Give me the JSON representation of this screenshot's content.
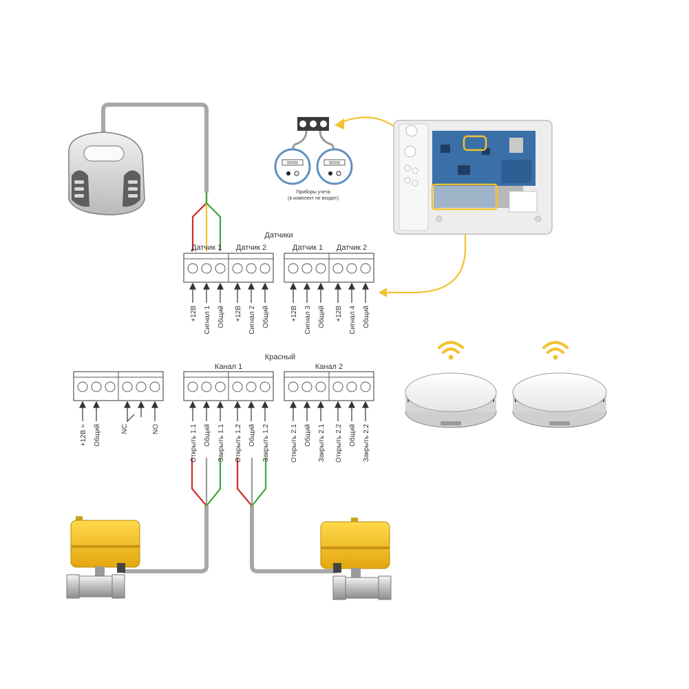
{
  "sensors_header": "Датчики",
  "red_header": "Красный",
  "meters_caption_line1": "Приборы учета",
  "meters_caption_line2": "(в комплект не входят)",
  "meter_display_1": "00000",
  "meter_display_2": "00000",
  "sensor_block_left": {
    "group1": "Датчик 1",
    "group2": "Датчик 2",
    "pins": [
      "+12В",
      "Сигнал 1",
      "Общий",
      "+12В",
      "Сигнал 2",
      "Общий"
    ]
  },
  "sensor_block_right": {
    "group1": "Датчик 1",
    "group2": "Датчик 2",
    "pins": [
      "+12В",
      "Сигнал 3",
      "Общий",
      "+12В",
      "Сигнал 4",
      "Общий"
    ]
  },
  "power_block": {
    "pins": [
      "+12В =",
      "Общий",
      "NC",
      "NO"
    ]
  },
  "channel_block_1": {
    "title": "Канал 1",
    "pins": [
      "Открыть 1.1",
      "Общий",
      "Закрыть 1.1",
      "Открыть 1.2",
      "Общий",
      "Закрыть 1.2"
    ]
  },
  "channel_block_2": {
    "title": "Канал 2",
    "pins": [
      "Открыть 2.1",
      "Общий",
      "Закрыть 2.1",
      "Открыть 2.2",
      "Общий",
      "Закрыть 2.2"
    ]
  },
  "colors": {
    "wire_gray": "#a8a8a8",
    "accent_yellow": "#f2c230",
    "valve_yellow": "#f5c21a",
    "wire_red": "#d02828",
    "wire_green": "#3aa43a",
    "board_blue": "#3a6fa8"
  },
  "icons": [
    "leak-sensor-icon",
    "controller-box-icon",
    "water-meter-icon",
    "wireless-sensor-icon",
    "wifi-icon",
    "ball-valve-icon"
  ]
}
